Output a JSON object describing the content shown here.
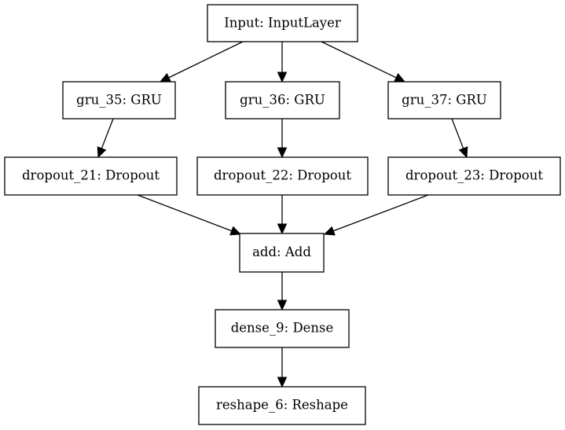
{
  "nodes": [
    {
      "id": "input",
      "label": "Input: InputLayer"
    },
    {
      "id": "gru_35",
      "label": "gru_35: GRU"
    },
    {
      "id": "gru_36",
      "label": "gru_36: GRU"
    },
    {
      "id": "gru_37",
      "label": "gru_37: GRU"
    },
    {
      "id": "dropout_21",
      "label": "dropout_21: Dropout"
    },
    {
      "id": "dropout_22",
      "label": "dropout_22: Dropout"
    },
    {
      "id": "dropout_23",
      "label": "dropout_23: Dropout"
    },
    {
      "id": "add",
      "label": "add: Add"
    },
    {
      "id": "dense_9",
      "label": "dense_9: Dense"
    },
    {
      "id": "reshape_6",
      "label": "reshape_6: Reshape"
    }
  ],
  "edges": [
    {
      "from": "input",
      "to": "gru_35"
    },
    {
      "from": "input",
      "to": "gru_36"
    },
    {
      "from": "input",
      "to": "gru_37"
    },
    {
      "from": "gru_35",
      "to": "dropout_21"
    },
    {
      "from": "gru_36",
      "to": "dropout_22"
    },
    {
      "from": "gru_37",
      "to": "dropout_23"
    },
    {
      "from": "dropout_21",
      "to": "add"
    },
    {
      "from": "dropout_22",
      "to": "add"
    },
    {
      "from": "dropout_23",
      "to": "add"
    },
    {
      "from": "add",
      "to": "dense_9"
    },
    {
      "from": "dense_9",
      "to": "reshape_6"
    }
  ]
}
